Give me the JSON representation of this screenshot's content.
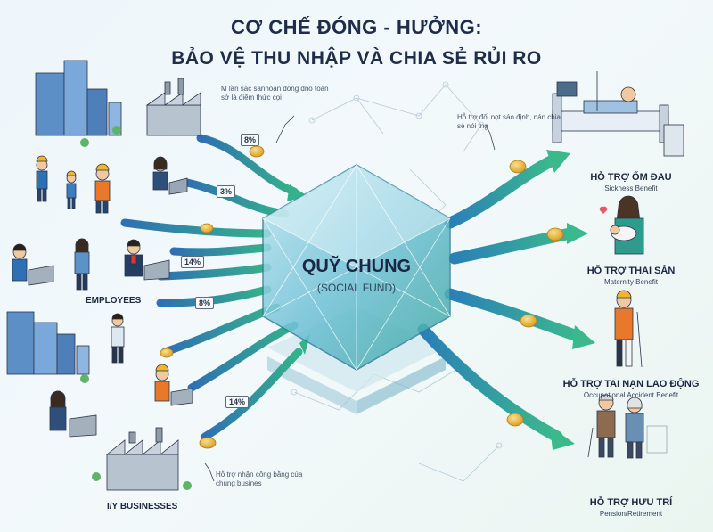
{
  "title": {
    "line1": "CƠ CHẾ ĐÓNG - HƯỞNG:",
    "line2": "BẢO VỆ THU NHẬP VÀ CHIA SẺ RỦI RO"
  },
  "fund": {
    "name_vn": "QUỸ CHUNG",
    "name_en": "(SOCIAL FUND)"
  },
  "groups": {
    "employees": "EMPLOYEES",
    "businesses": "I/Y BUSINESSES"
  },
  "notes": {
    "top_left": "M lần sac sanhoàn đóng đno toàn sở là điểm thức cọi",
    "top_right": "Hỗ trợ đối nọt sáo định, nán chia sẻ nói tng",
    "bottom": "Hỗ trợ nhận công bằng của chung busines"
  },
  "rates": [
    "8%",
    "3%",
    "14%",
    "8%",
    "14%"
  ],
  "benefits": [
    {
      "vn": "HỖ TRỢ ỐM ĐAU",
      "en": "Sickness Benefit",
      "icon": "hospital-bed-icon"
    },
    {
      "vn": "HỖ TRỢ THAI SẢN",
      "en": "Maternity Benefit",
      "icon": "mother-baby-icon"
    },
    {
      "vn": "HỖ TRỢ TAI NẠN LAO ĐỘNG",
      "en": "Occupational Accident Benefit",
      "icon": "injured-worker-icon"
    },
    {
      "vn": "HỖ TRỢ HƯU TRÍ",
      "en": "Pension/Retirement",
      "icon": "elderly-couple-icon"
    }
  ],
  "colors": {
    "arrow_start": "#2f6fb3",
    "arrow_end": "#35b28a",
    "fund": "#6ec0d6",
    "coin": "#e8b23a"
  }
}
